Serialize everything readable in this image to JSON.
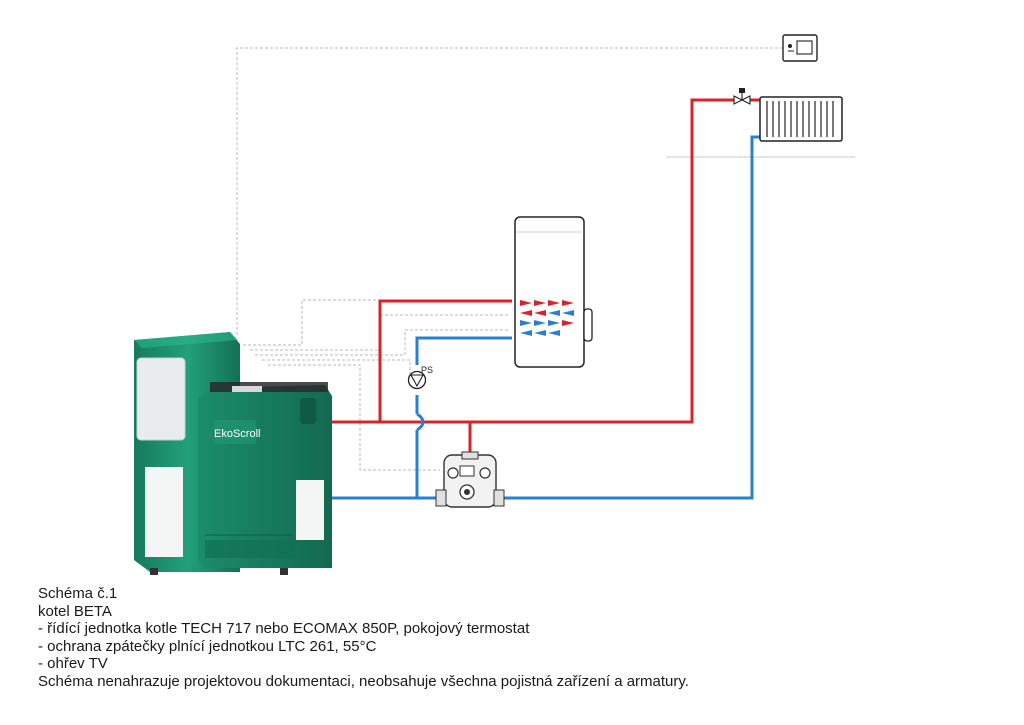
{
  "labels": {
    "pump": "PS",
    "boiler_brand": "EkoScroll"
  },
  "caption": {
    "lines": [
      "Schéma č.1",
      "kotel BETA",
      "- řídící jednotka kotle TECH 717 nebo ECOMAX 850P, pokojový termostat",
      "- ochrana zpátečky plnící jednotkou LTC 261, 55°C",
      "- ohřev TV",
      "Schéma nenahrazuje projektovou dokumentaci, neobsahuje všechna pojistná zařízení a armatury."
    ]
  },
  "colors": {
    "supply": "#d9232a",
    "return": "#2a7fcf",
    "control": "#b8b8b8",
    "boiler_body": "#1d8a68",
    "boiler_dark": "#136b50"
  },
  "icons": [
    "room-thermostat-icon",
    "radiator-icon",
    "thermostatic-valve-icon",
    "hot-water-tank-icon",
    "pump-icon",
    "loading-unit-icon",
    "pellet-boiler-icon"
  ]
}
